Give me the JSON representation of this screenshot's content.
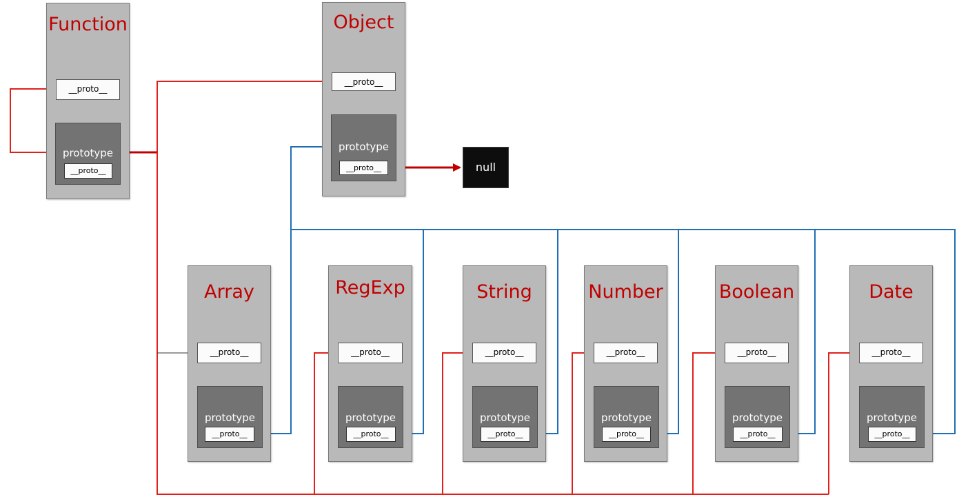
{
  "colors": {
    "title_red": "#c00000",
    "proto_link_red": "#e0201c",
    "prototype_link_blue": "#1f6fb5",
    "constructor_fill": "#b9b9b9",
    "prototype_fill": "#737373",
    "null_fill": "#0d0d0d"
  },
  "constructors": {
    "function": {
      "title": "Function",
      "proto": "__proto__",
      "prototype": "prototype",
      "prototype_proto": "__proto__"
    },
    "object": {
      "title": "Object",
      "proto": "__proto__",
      "prototype": "prototype",
      "prototype_proto": "__proto__"
    },
    "array": {
      "title": "Array",
      "proto": "__proto__",
      "prototype": "prototype",
      "prototype_proto": "__proto__"
    },
    "regexp": {
      "title": "RegExp",
      "proto": "__proto__",
      "prototype": "prototype",
      "prototype_proto": "__proto__"
    },
    "string": {
      "title": "String",
      "proto": "__proto__",
      "prototype": "prototype",
      "prototype_proto": "__proto__"
    },
    "number": {
      "title": "Number",
      "proto": "__proto__",
      "prototype": "prototype",
      "prototype_proto": "__proto__"
    },
    "boolean": {
      "title": "Boolean",
      "proto": "__proto__",
      "prototype": "prototype",
      "prototype_proto": "__proto__"
    },
    "date": {
      "title": "Date",
      "proto": "__proto__",
      "prototype": "prototype",
      "prototype_proto": "__proto__"
    }
  },
  "null_label": "null"
}
